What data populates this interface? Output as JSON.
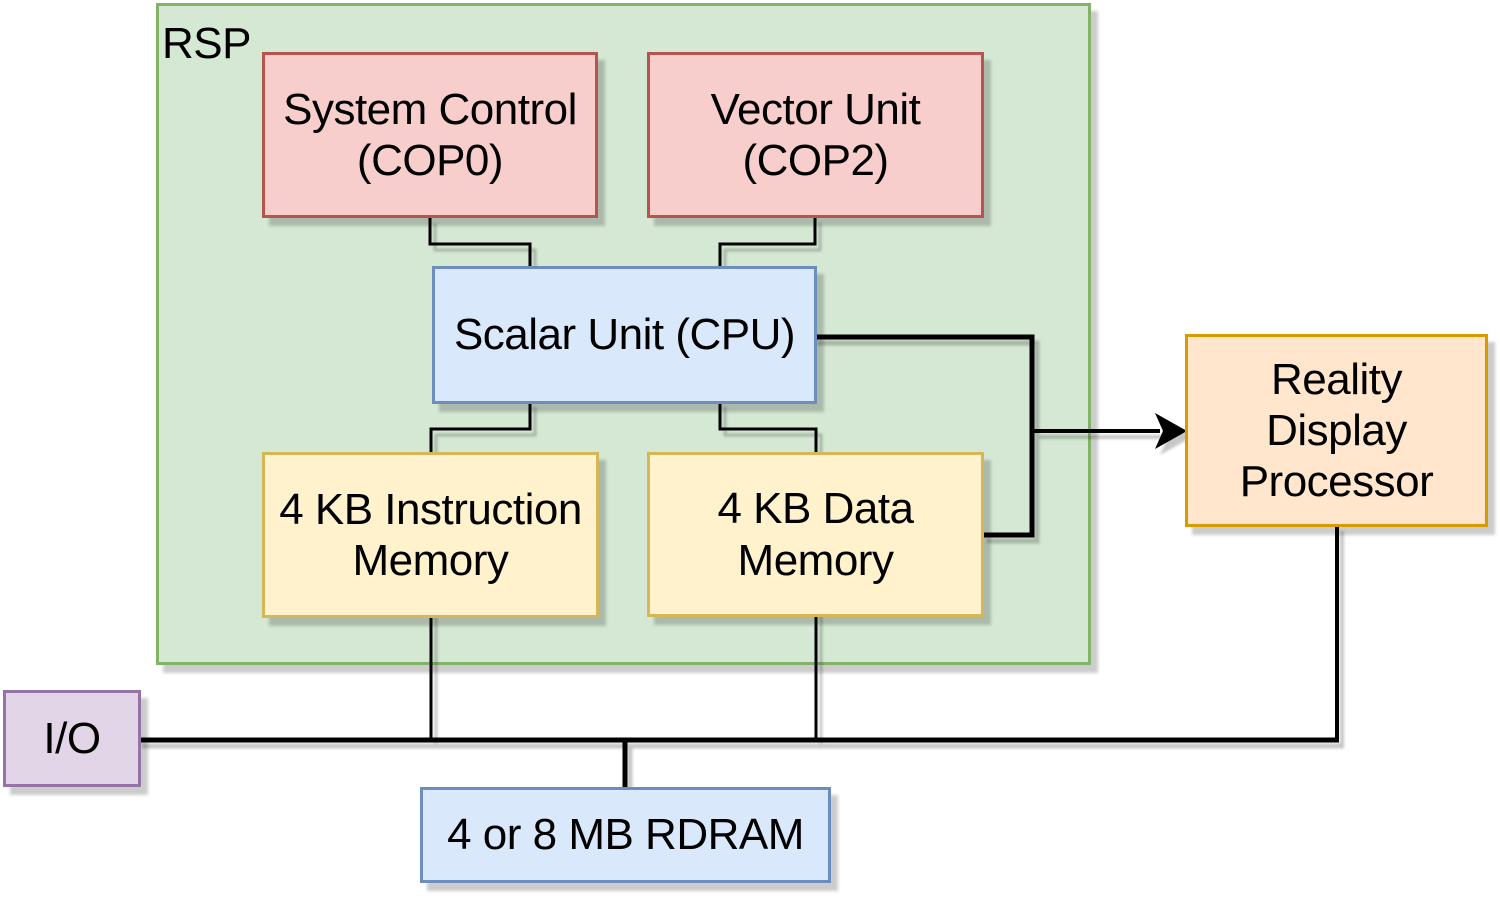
{
  "diagram": {
    "type": "block-diagram",
    "container_label": "RSP"
  },
  "nodes": {
    "rsp": {
      "label": "RSP"
    },
    "system_control": {
      "label": [
        "System Control",
        "(COP0)"
      ],
      "fill": "#f8cecc",
      "stroke": "#b85450"
    },
    "vector_unit": {
      "label": [
        "Vector Unit",
        "(COP2)"
      ],
      "fill": "#f8cecc",
      "stroke": "#b85450"
    },
    "scalar_unit": {
      "label": [
        "Scalar Unit (CPU)"
      ],
      "fill": "#dae8fc",
      "stroke": "#6c8ebf"
    },
    "instruction_memory": {
      "label": [
        "4 KB Instruction",
        "Memory"
      ],
      "fill": "#fff2cc",
      "stroke": "#d6b656"
    },
    "data_memory": {
      "label": [
        "4 KB Data",
        "Memory"
      ],
      "fill": "#fff2cc",
      "stroke": "#d6b656"
    },
    "reality_display_processor": {
      "label": [
        "Reality",
        "Display",
        "Processor"
      ],
      "fill": "#ffe6cc",
      "stroke": "#d79b00"
    },
    "io": {
      "label": [
        "I/O"
      ],
      "fill": "#e1d5e7",
      "stroke": "#9673a6"
    },
    "rdram": {
      "label": [
        "4 or 8 MB RDRAM"
      ],
      "fill": "#dae8fc",
      "stroke": "#6c8ebf"
    }
  },
  "palette": {
    "green_fill": "#d5e8d4",
    "green_stroke": "#82b366",
    "red_fill": "#f8cecc",
    "red_stroke": "#b85450",
    "blue_fill": "#dae8fc",
    "blue_stroke": "#6c8ebf",
    "yellow_fill": "#fff2cc",
    "yellow_stroke": "#d6b656",
    "orange_fill": "#ffe6cc",
    "orange_stroke": "#d79b00",
    "purple_fill": "#e1d5e7",
    "purple_stroke": "#9673a6",
    "line_color": "#000000",
    "background": "#ffffff"
  },
  "edges": [
    {
      "from": "system_control",
      "to": "scalar_unit",
      "style": "thin"
    },
    {
      "from": "vector_unit",
      "to": "scalar_unit",
      "style": "thin"
    },
    {
      "from": "scalar_unit",
      "to": "instruction_memory",
      "style": "thin"
    },
    {
      "from": "scalar_unit",
      "to": "data_memory",
      "style": "thin"
    },
    {
      "from": "instruction_memory",
      "to": "io-bus",
      "style": "thin"
    },
    {
      "from": "data_memory",
      "to": "io-bus",
      "style": "thin"
    },
    {
      "from": "scalar_unit",
      "to": "reality_display_processor",
      "style": "thick-arrow"
    },
    {
      "from": "data_memory",
      "to": "reality_display_processor",
      "style": "thick"
    },
    {
      "from": "io",
      "to": "reality_display_processor",
      "style": "thick-bus"
    },
    {
      "from": "io-bus",
      "to": "rdram",
      "style": "thick"
    }
  ]
}
